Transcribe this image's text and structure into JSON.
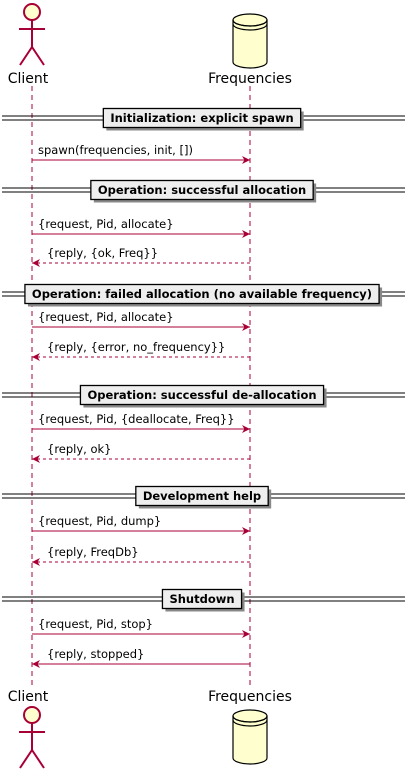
{
  "participants": [
    {
      "id": "client",
      "label": "Client",
      "kind": "actor"
    },
    {
      "id": "frequencies",
      "label": "Frequencies",
      "kind": "database"
    }
  ],
  "colors": {
    "arrow": "#A80036",
    "participant_fill": "#FEFECE",
    "participant_stroke": "#A80036",
    "lifeline": "#A80036",
    "divider_fill": "#EEEEEE"
  },
  "sequence": [
    {
      "type": "divider",
      "label": "Initialization: explicit spawn"
    },
    {
      "type": "message",
      "from": "client",
      "to": "frequencies",
      "label": "spawn(frequencies, init, [])",
      "dashed": false
    },
    {
      "type": "divider",
      "label": "Operation: successful allocation"
    },
    {
      "type": "message",
      "from": "client",
      "to": "frequencies",
      "label": "{request, Pid, allocate}",
      "dashed": false
    },
    {
      "type": "message",
      "from": "frequencies",
      "to": "client",
      "label": "{reply, {ok, Freq}}",
      "dashed": true
    },
    {
      "type": "divider",
      "label": "Operation: failed allocation (no available frequency)"
    },
    {
      "type": "message",
      "from": "client",
      "to": "frequencies",
      "label": "{request, Pid, allocate}",
      "dashed": false
    },
    {
      "type": "message",
      "from": "frequencies",
      "to": "client",
      "label": "{reply, {error, no_frequency}}",
      "dashed": true
    },
    {
      "type": "divider",
      "label": "Operation: successful de-allocation"
    },
    {
      "type": "message",
      "from": "client",
      "to": "frequencies",
      "label": "{request, Pid, {deallocate, Freq}}",
      "dashed": false
    },
    {
      "type": "message",
      "from": "frequencies",
      "to": "client",
      "label": "{reply, ok}",
      "dashed": true
    },
    {
      "type": "divider",
      "label": "Development help"
    },
    {
      "type": "message",
      "from": "client",
      "to": "frequencies",
      "label": "{request, Pid, dump}",
      "dashed": false
    },
    {
      "type": "message",
      "from": "frequencies",
      "to": "client",
      "label": "{reply, FreqDb}",
      "dashed": true
    },
    {
      "type": "divider",
      "label": "Shutdown"
    },
    {
      "type": "message",
      "from": "client",
      "to": "frequencies",
      "label": "{request, Pid, stop}",
      "dashed": false
    },
    {
      "type": "message",
      "from": "frequencies",
      "to": "client",
      "label": "{reply, stopped}",
      "dashed": false
    }
  ]
}
